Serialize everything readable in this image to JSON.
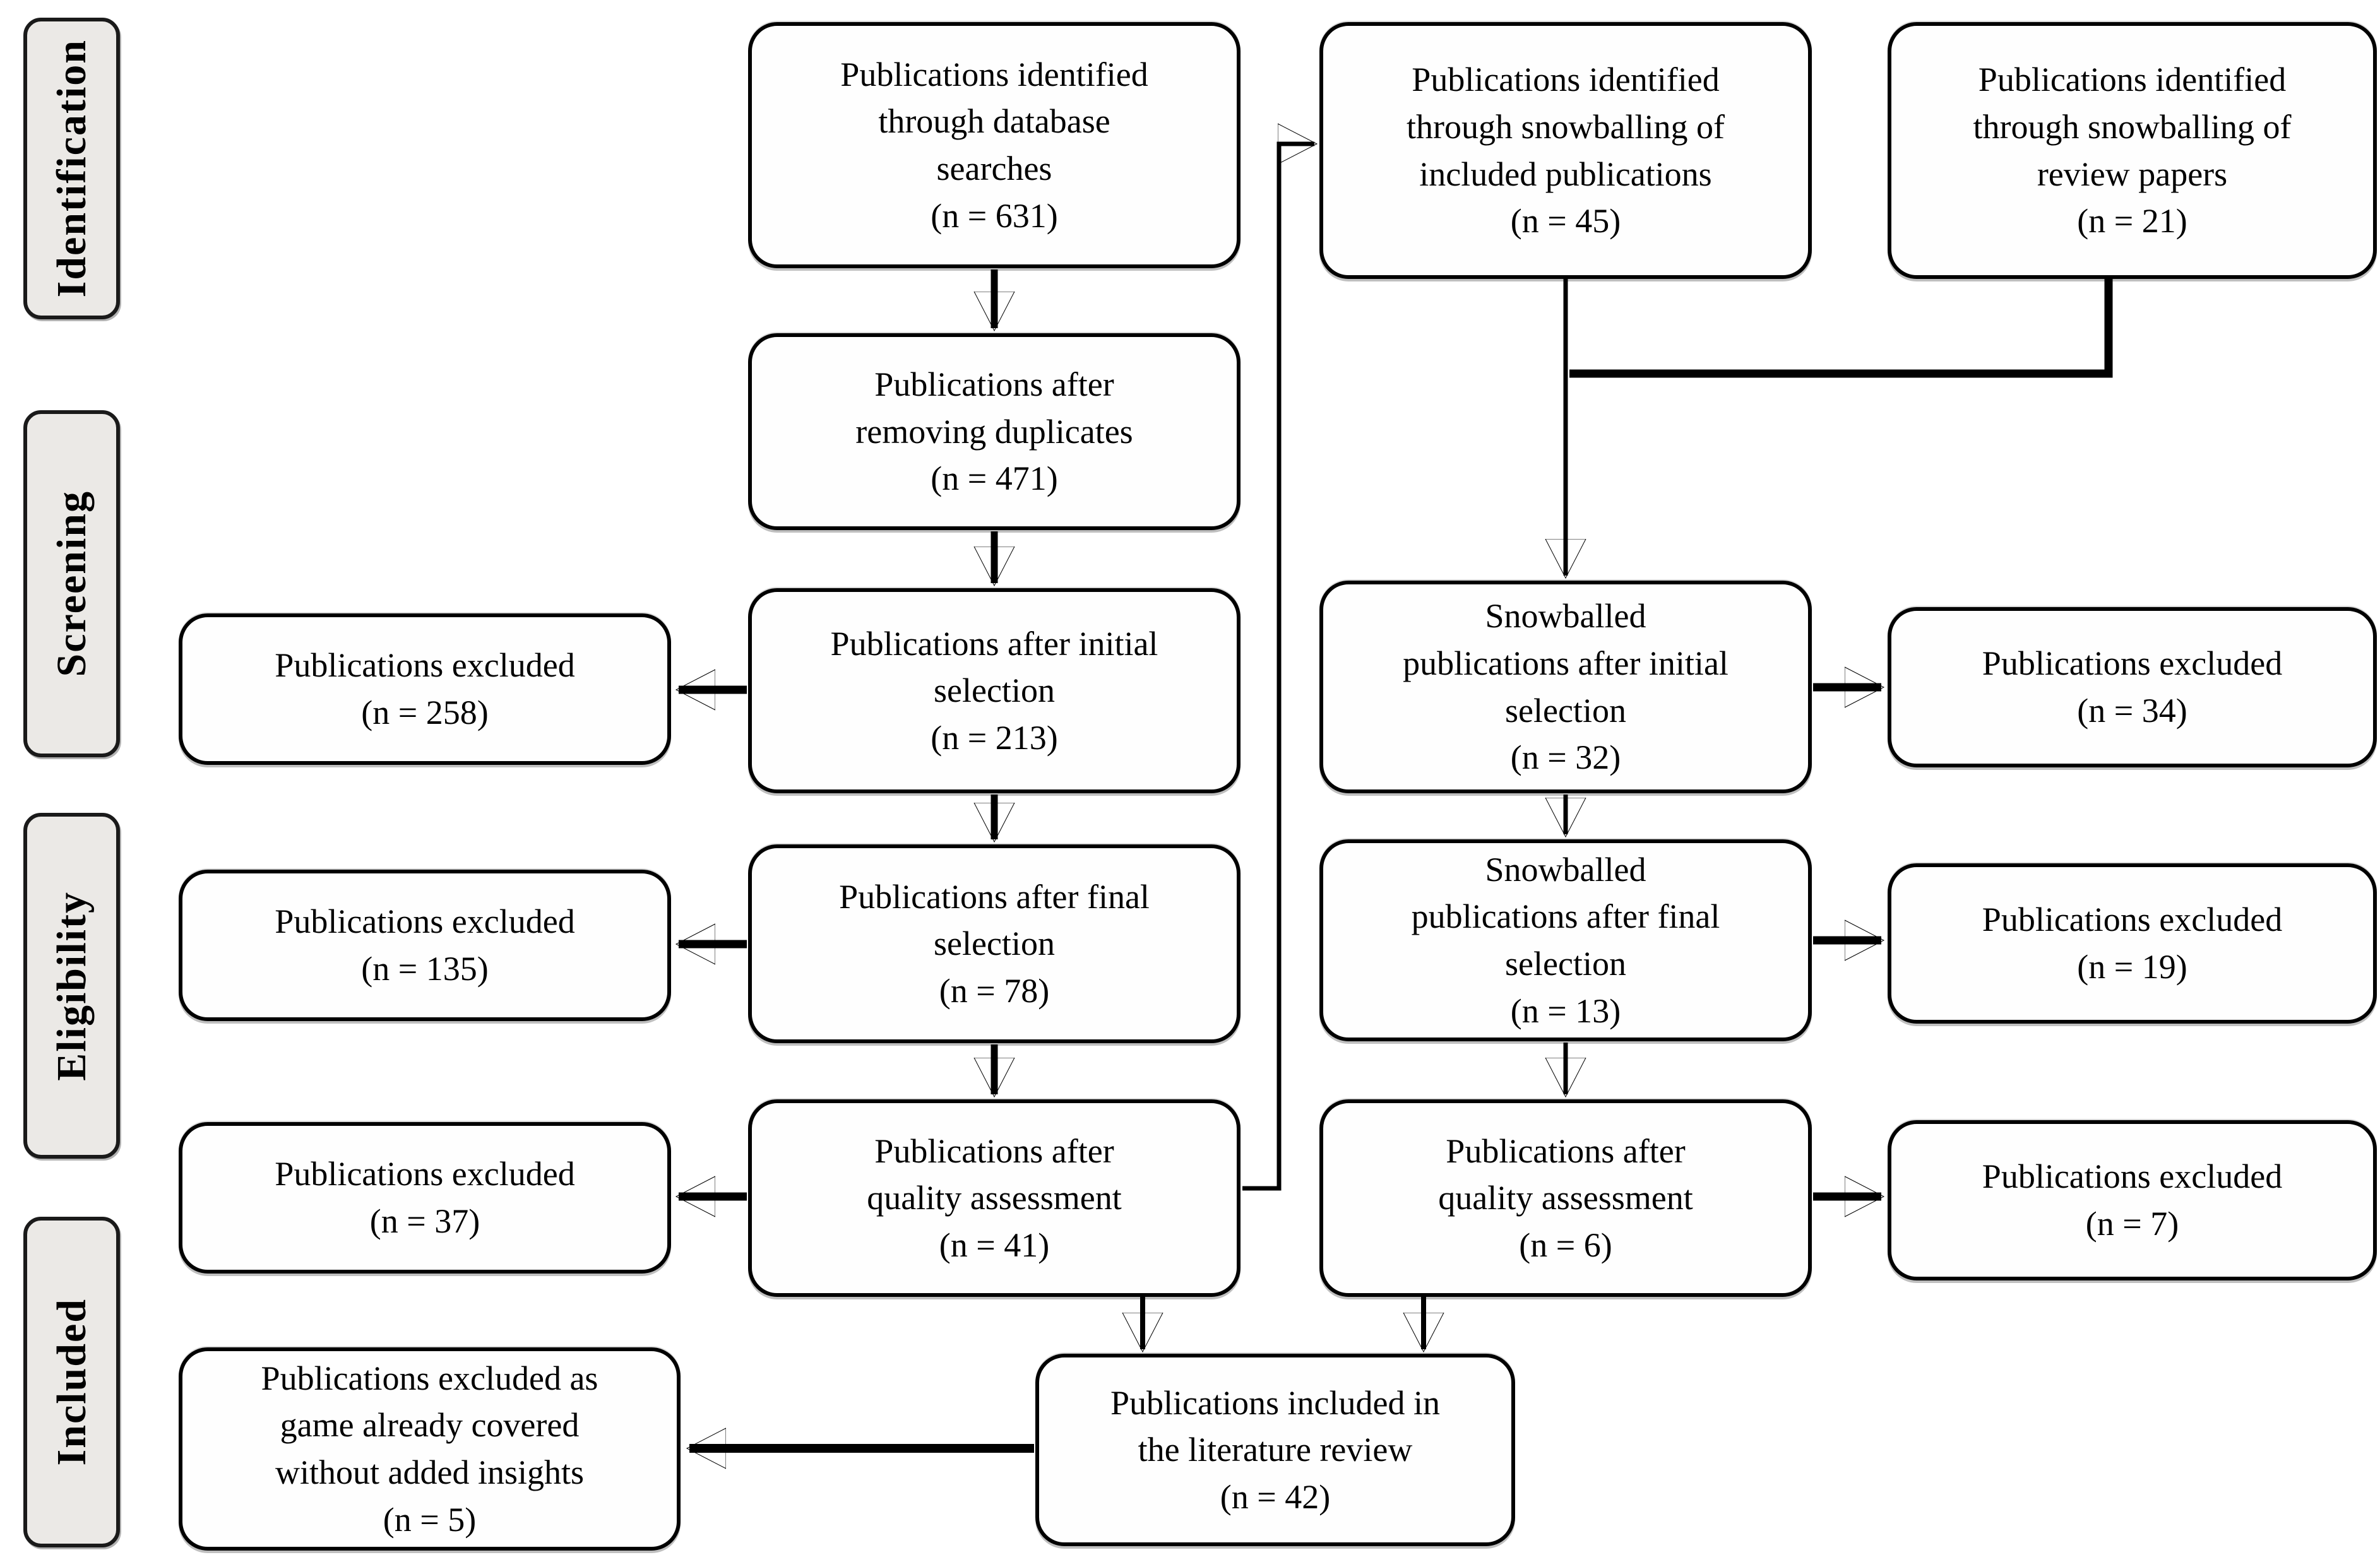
{
  "stages": [
    {
      "label": "Identification"
    },
    {
      "label": "Screening"
    },
    {
      "label": "Eligibility"
    },
    {
      "label": "Included"
    }
  ],
  "boxes": {
    "db_search": {
      "text": "Publications identified\nthrough database\nsearches",
      "n": "(n = 631)"
    },
    "snowball_included": {
      "text": "Publications identified\nthrough snowballing of\nincluded publications",
      "n": "(n = 45)"
    },
    "snowball_review": {
      "text": "Publications identified\nthrough snowballing of\nreview papers",
      "n": "(n = 21)"
    },
    "dedup": {
      "text": "Publications after\nremoving duplicates",
      "n": "(n = 471)"
    },
    "initial_selection": {
      "text": "Publications after initial\nselection",
      "n": "(n = 213)"
    },
    "excluded_initial": {
      "text": "Publications excluded",
      "n": "(n = 258)"
    },
    "snowballed_initial": {
      "text": "Snowballed\npublications after initial\nselection",
      "n": "(n = 32)"
    },
    "excluded_snowballed_initial": {
      "text": "Publications excluded",
      "n": "(n = 34)"
    },
    "final_selection": {
      "text": "Publications after final\nselection",
      "n": "(n = 78)"
    },
    "excluded_final": {
      "text": "Publications excluded",
      "n": "(n = 135)"
    },
    "snowballed_final": {
      "text": "Snowballed\npublications after final\nselection",
      "n": "(n = 13)"
    },
    "excluded_snowballed_final": {
      "text": "Publications excluded",
      "n": "(n = 19)"
    },
    "quality_main": {
      "text": "Publications after\nquality assessment",
      "n": "(n = 41)"
    },
    "excluded_quality_main": {
      "text": "Publications excluded",
      "n": "(n = 37)"
    },
    "quality_snowballed": {
      "text": "Publications after\nquality assessment",
      "n": "(n = 6)"
    },
    "excluded_quality_snowballed": {
      "text": "Publications excluded",
      "n": "(n = 7)"
    },
    "included_review": {
      "text": "Publications included in\nthe literature review",
      "n": "(n = 42)"
    },
    "excluded_game_covered": {
      "text": "Publications excluded as\ngame already covered\nwithout added insights",
      "n": "(n = 5)"
    }
  },
  "colors": {
    "line": "#000000",
    "box_fill": "#fefefe",
    "stage_fill": "#ebe9e6"
  }
}
